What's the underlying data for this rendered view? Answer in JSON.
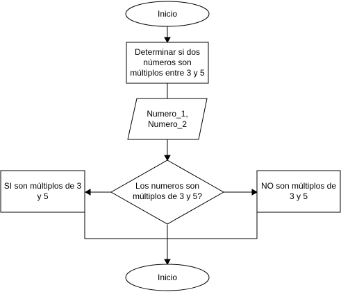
{
  "diagram": {
    "nodes": {
      "start": {
        "label": "Inicio"
      },
      "process": {
        "label": "Determinar si dos\nnúmeros son\nmúltiplos entre 3 y 5"
      },
      "input": {
        "label": "Numero_1,\nNumero_2"
      },
      "decision": {
        "label": "Los numeros son\nmúltiplos de 3 y 5?"
      },
      "yes_box": {
        "label": "SI son múltiplos de 3\ny 5"
      },
      "no_box": {
        "label": "NO son múltiplos de\n3 y 5"
      },
      "end": {
        "label": "Inicio"
      }
    },
    "colors": {
      "stroke": "#000000",
      "fill": "#ffffff",
      "text": "#000000"
    }
  }
}
